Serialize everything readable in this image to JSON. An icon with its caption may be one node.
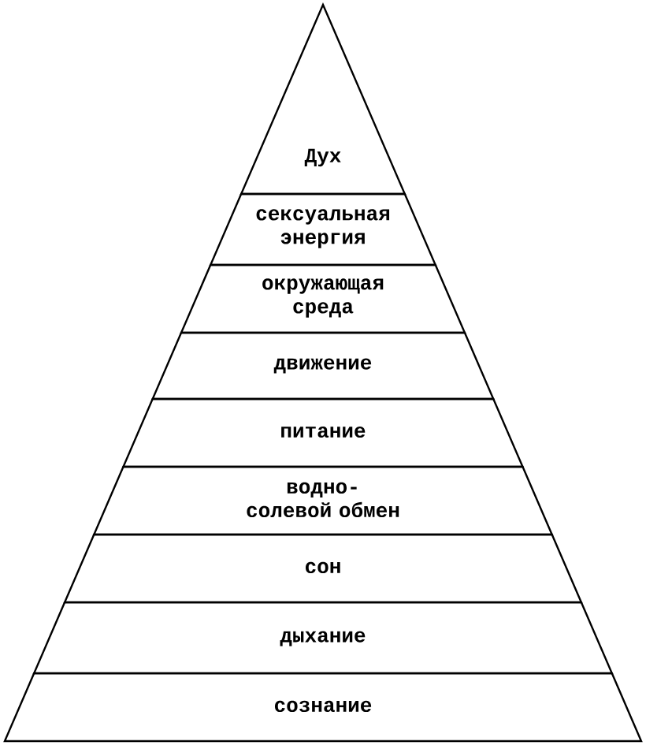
{
  "diagram": {
    "nodes": [
      {
        "text": [
          "Дух"
        ]
      },
      {
        "text": [
          "сексуальная энергия"
        ]
      },
      {
        "text": [
          "окружающая среда"
        ]
      },
      {
        "text": [
          "движение"
        ]
      },
      {
        "text": [
          "питание"
        ]
      },
      {
        "text": [
          "водно-солевой обмен"
        ]
      },
      {
        "text": [
          "сон"
        ]
      },
      {
        "text": [
          "дыхание"
        ]
      },
      {
        "text": [
          "сознание"
        ]
      }
    ]
  }
}
